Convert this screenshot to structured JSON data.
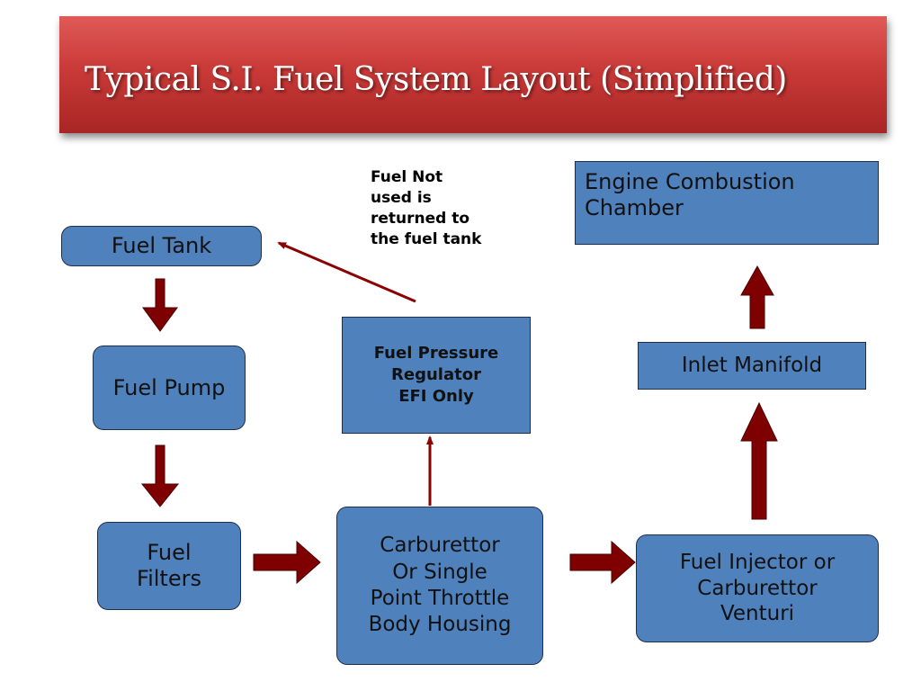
{
  "title": "Typical S.I. Fuel System Layout (Simplified)",
  "nodes": {
    "fuel_tank": [
      "Fuel Tank"
    ],
    "fuel_pump": [
      "Fuel Pump"
    ],
    "fuel_filters": [
      "Fuel",
      "Filters"
    ],
    "carburettor": [
      "Carburettor",
      "Or Single",
      "Point Throttle",
      "Body Housing"
    ],
    "regulator": [
      "Fuel Pressure",
      "Regulator",
      "EFI Only"
    ],
    "injector": [
      "Fuel Injector or",
      "Carburettor",
      "Venturi"
    ],
    "inlet_manifold": [
      "Inlet Manifold"
    ],
    "combustion": [
      "Engine Combustion",
      "Chamber"
    ]
  },
  "note": [
    "Fuel Not",
    "used is",
    "returned to",
    "the fuel tank"
  ],
  "colors": {
    "box_fill": "#4f81bd",
    "box_border": "#1f2f4a",
    "arrow_fill": "#7f0000",
    "title_banner": "#c93a38"
  }
}
